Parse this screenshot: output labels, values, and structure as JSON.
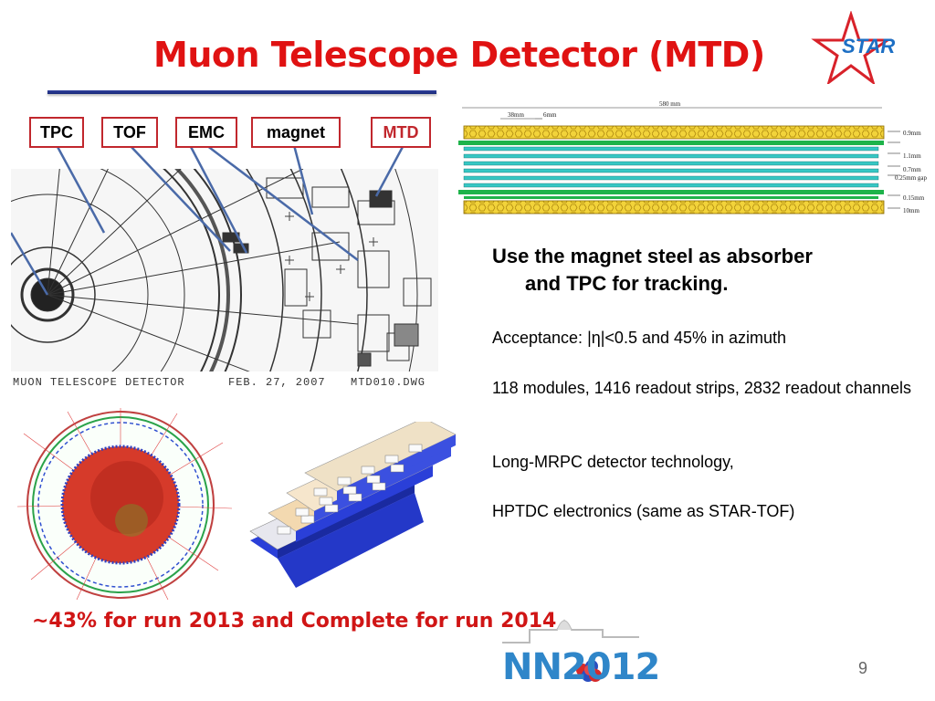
{
  "slide": {
    "title": "Muon Telescope Detector (MTD)",
    "logo_text": "STAR",
    "labels": [
      "TPC",
      "TOF",
      "EMC",
      "magnet",
      "MTD"
    ],
    "drawing_caption": {
      "left": "MUON TELESCOPE DETECTOR",
      "date": "FEB. 27, 2007",
      "file": "MTD010.DWG"
    },
    "mrpc_dimensions": {
      "total": "580 mm",
      "segment": "38mm",
      "gap": "6mm",
      "d1": "0.9mm",
      "d2": "1.1mm",
      "d3": "0.7mm",
      "d4": "0.25mm gap",
      "d5": "0.15mm",
      "d6": "10mm"
    },
    "heading_line1": "Use the magnet steel as absorber",
    "heading_line2": "and TPC for tracking.",
    "bullets": [
      "Acceptance: |η|<0.5 and 45% in azimuth",
      "118 modules, 1416 readout strips, 2832 readout channels",
      "Long-MRPC detector technology,",
      "HPTDC electronics (same as STAR-TOF)"
    ],
    "bottom_note": "~43% for run 2013 and Complete for run 2014",
    "conference_logo": "NN2012",
    "page_number": "9"
  },
  "colors": {
    "title": "#e01212",
    "rule": "#2f3f9c",
    "label_border": "#c1272d",
    "star_red": "#d8222a",
    "star_blue": "#1d6fc4",
    "honeycomb": "#f2d33a",
    "electrode_green": "#1eb34a",
    "glass_cyan": "#36c7c4",
    "module_blue": "#2a3fd8",
    "nn_blue": "#2f86c9"
  }
}
